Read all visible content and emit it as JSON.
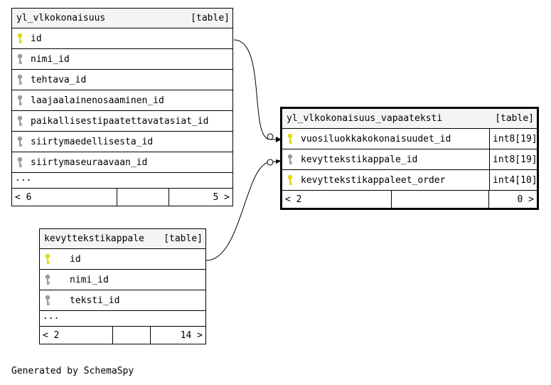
{
  "tables": {
    "vlk": {
      "name": "yl_vlkokonaisuus",
      "kind": "[table]",
      "columns": [
        {
          "name": "id",
          "key": "primary"
        },
        {
          "name": "nimi_id",
          "key": "foreign"
        },
        {
          "name": "tehtava_id",
          "key": "foreign"
        },
        {
          "name": "laajaalainenosaaminen_id",
          "key": "foreign"
        },
        {
          "name": "paikallisestipaatettavatasiat_id",
          "key": "foreign"
        },
        {
          "name": "siirtymaedellisesta_id",
          "key": "foreign"
        },
        {
          "name": "siirtymaseuraavaan_id",
          "key": "foreign"
        }
      ],
      "more": "...",
      "footer": {
        "left": "< 6",
        "right": "5 >"
      }
    },
    "vapaateksti": {
      "name": "yl_vlkokonaisuus_vapaateksti",
      "kind": "[table]",
      "columns": [
        {
          "name": "vuosiluokkakokonaisuudet_id",
          "type": "int8[19]",
          "key": "primary"
        },
        {
          "name": "kevyttekstikappale_id",
          "type": "int8[19]",
          "key": "foreign"
        },
        {
          "name": "kevyttekstikappaleet_order",
          "type": "int4[10]",
          "key": "primary"
        }
      ],
      "footer": {
        "left": "< 2",
        "right": "0 >"
      }
    },
    "kevyt": {
      "name": "kevyttekstikappale",
      "kind": "[table]",
      "columns": [
        {
          "name": "id",
          "key": "primary"
        },
        {
          "name": "nimi_id",
          "key": "foreign"
        },
        {
          "name": "teksti_id",
          "key": "foreign"
        }
      ],
      "more": "...",
      "footer": {
        "left": "< 2",
        "right": "14 >"
      }
    }
  },
  "credit": "Generated by SchemaSpy",
  "colors": {
    "primary_key": "#e6d80a",
    "foreign_key": "#9a9a9a",
    "header_bg": "#f4f4f4"
  }
}
